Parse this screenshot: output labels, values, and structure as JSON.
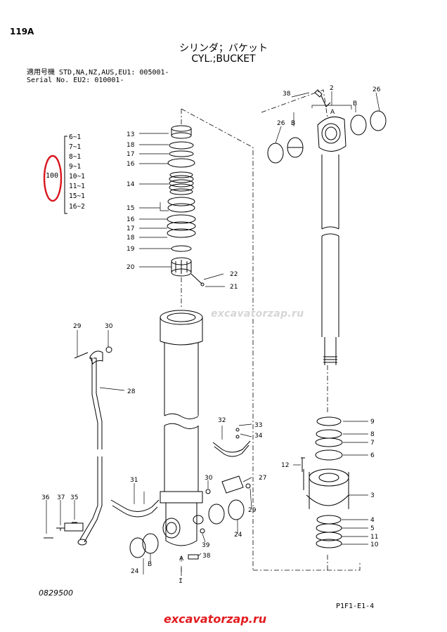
{
  "header": {
    "page_number": "119A",
    "title_jp": "シリンダ；バケット",
    "title_en": "CYL.;BUCKET",
    "serial_line1": "適用号機  STD,NA,NZ,AUS,EU1: 005001-",
    "serial_line2": "Serial No.              EU2: 010001-"
  },
  "qty_list": {
    "group_number": "100",
    "entries": [
      "6~1",
      "7~1",
      "8~1",
      "9~1",
      "10~1",
      "11~1",
      "15~1",
      "16~2"
    ]
  },
  "part_callouts": {
    "p1": "1",
    "p2": "2",
    "p3": "3",
    "p4": "4",
    "p5": "5",
    "p6": "6",
    "p7": "7",
    "p8": "8",
    "p9": "9",
    "p10": "10",
    "p11": "11",
    "p12": "12",
    "p13": "13",
    "p14": "14",
    "p15": "15",
    "p16": "16",
    "p17": "17",
    "p18": "18",
    "p19": "19",
    "p20": "20",
    "p21": "21",
    "p22": "22",
    "p24": "24",
    "p26": "26",
    "p27": "27",
    "p28": "28",
    "p29": "29",
    "p30": "30",
    "p31": "31",
    "p32": "32",
    "p33": "33",
    "p34": "34",
    "p35": "35",
    "p36": "36",
    "p37": "37",
    "p38": "38",
    "p39": "39",
    "A": "A",
    "B": "B"
  },
  "footer": {
    "drawing_number": "0829500",
    "page_code": "P1F1-E1-4",
    "watermark": "excavatorzap.ru",
    "site_banner": "excavatorzap.ru"
  },
  "colors": {
    "line": "#000000",
    "circle_mark": "#d9141c",
    "watermark": "#d6d6d6",
    "banner": "#e21c21"
  }
}
